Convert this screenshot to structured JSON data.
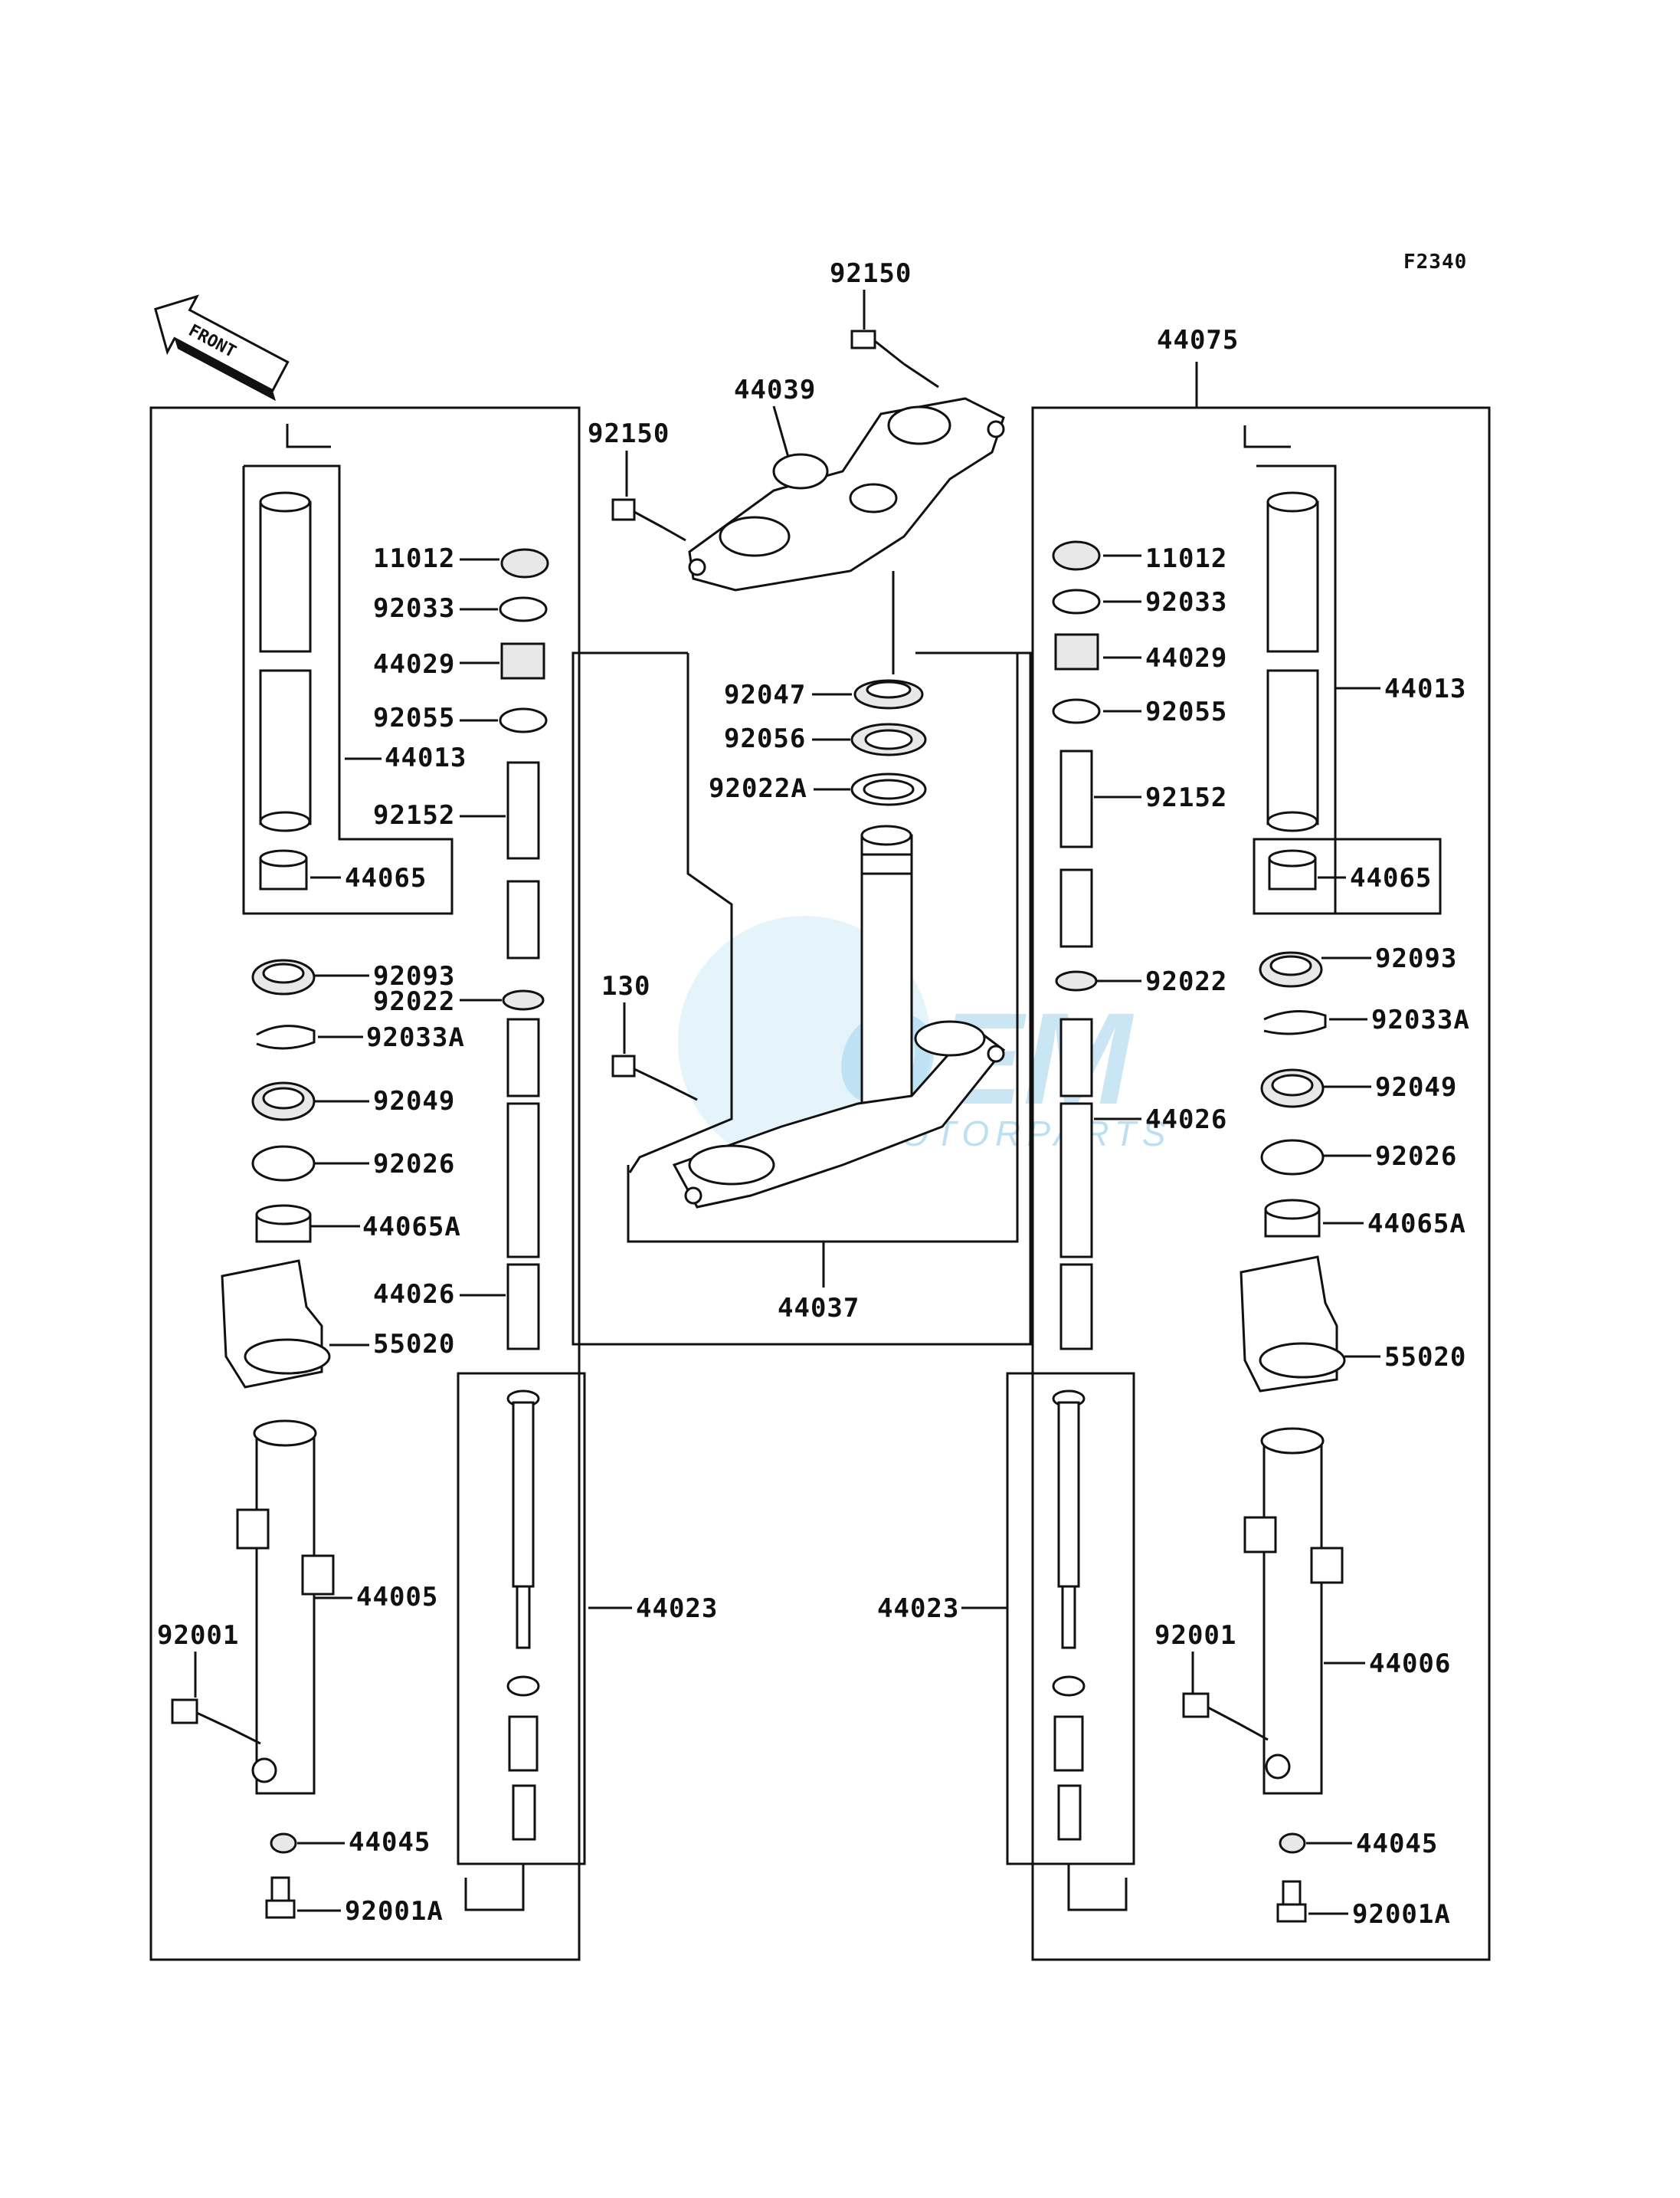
{
  "figure_code": "F2340",
  "front_label": "FRONT",
  "watermark": {
    "brand": "OEM",
    "sub": "MOTORPARTS"
  },
  "labels": {
    "top_92150_a": "92150",
    "top_92150_b": "92150",
    "upper_bracket": "44039",
    "right_assy": "44075",
    "stem_seal": "92047",
    "stem_bearing": "92056",
    "stem_washer": "92022A",
    "stem_bolt": "130",
    "under_bracket": "44037",
    "l_11012": "11012",
    "l_92033": "92033",
    "l_44029": "44029",
    "l_92055": "92055",
    "l_44013": "44013",
    "l_92152": "92152",
    "l_44065": "44065",
    "l_92093": "92093",
    "l_92022": "92022",
    "l_92033A": "92033A",
    "l_92049": "92049",
    "l_92026": "92026",
    "l_44065A": "44065A",
    "l_44026": "44026",
    "l_55020": "55020",
    "l_44005": "44005",
    "l_92001": "92001",
    "l_44023": "44023",
    "l_44045": "44045",
    "l_92001A": "92001A",
    "r_11012": "11012",
    "r_92033": "92033",
    "r_44029": "44029",
    "r_92055": "92055",
    "r_44013": "44013",
    "r_92152": "92152",
    "r_44065": "44065",
    "r_92093": "92093",
    "r_92022": "92022",
    "r_92033A": "92033A",
    "r_44026": "44026",
    "r_92049": "92049",
    "r_92026": "92026",
    "r_44065A": "44065A",
    "r_55020": "55020",
    "r_44023": "44023",
    "r_44006": "44006",
    "r_92001": "92001",
    "r_44045": "44045",
    "r_92001A": "92001A"
  }
}
